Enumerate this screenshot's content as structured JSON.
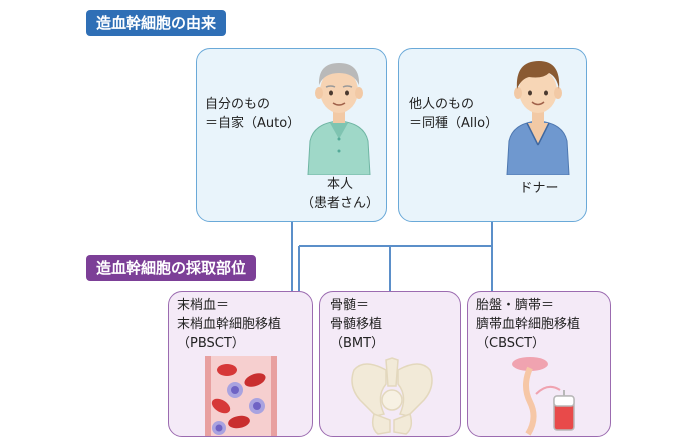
{
  "sections": {
    "origin": "造血幹細胞の由来",
    "site": "造血幹細胞の採取部位"
  },
  "donors": {
    "self": {
      "line1": "自分のもの",
      "line2": "＝自家（Auto）",
      "name1": "本人",
      "name2": "（患者さん）"
    },
    "other": {
      "line1": "他人のもの",
      "line2": "＝同種（Allo）",
      "name1": "ドナー"
    }
  },
  "sites": {
    "pb": {
      "line1": "末梢血＝",
      "line2": "末梢血幹細胞移植",
      "line3": "（PBSCT）"
    },
    "bm": {
      "line1": "骨髄＝",
      "line2": "骨髄移植",
      "line3": "（BMT）"
    },
    "cb": {
      "line1": "胎盤・臍帯＝",
      "line2": "臍帯血幹細胞移植",
      "line3": "（CBSCT）"
    }
  },
  "colors": {
    "origin_accent": "#2f6fb6",
    "site_accent": "#7c3f97",
    "connector": "#5b8fc9",
    "donor_box_fill": "#e9f4fb",
    "site_box_fill": "#f4eaf7"
  },
  "icons": [
    "elderly-patient-illustration",
    "young-donor-illustration",
    "blood-cells-illustration",
    "pelvis-bone-illustration",
    "umbilical-cord-blood-bag-illustration"
  ]
}
